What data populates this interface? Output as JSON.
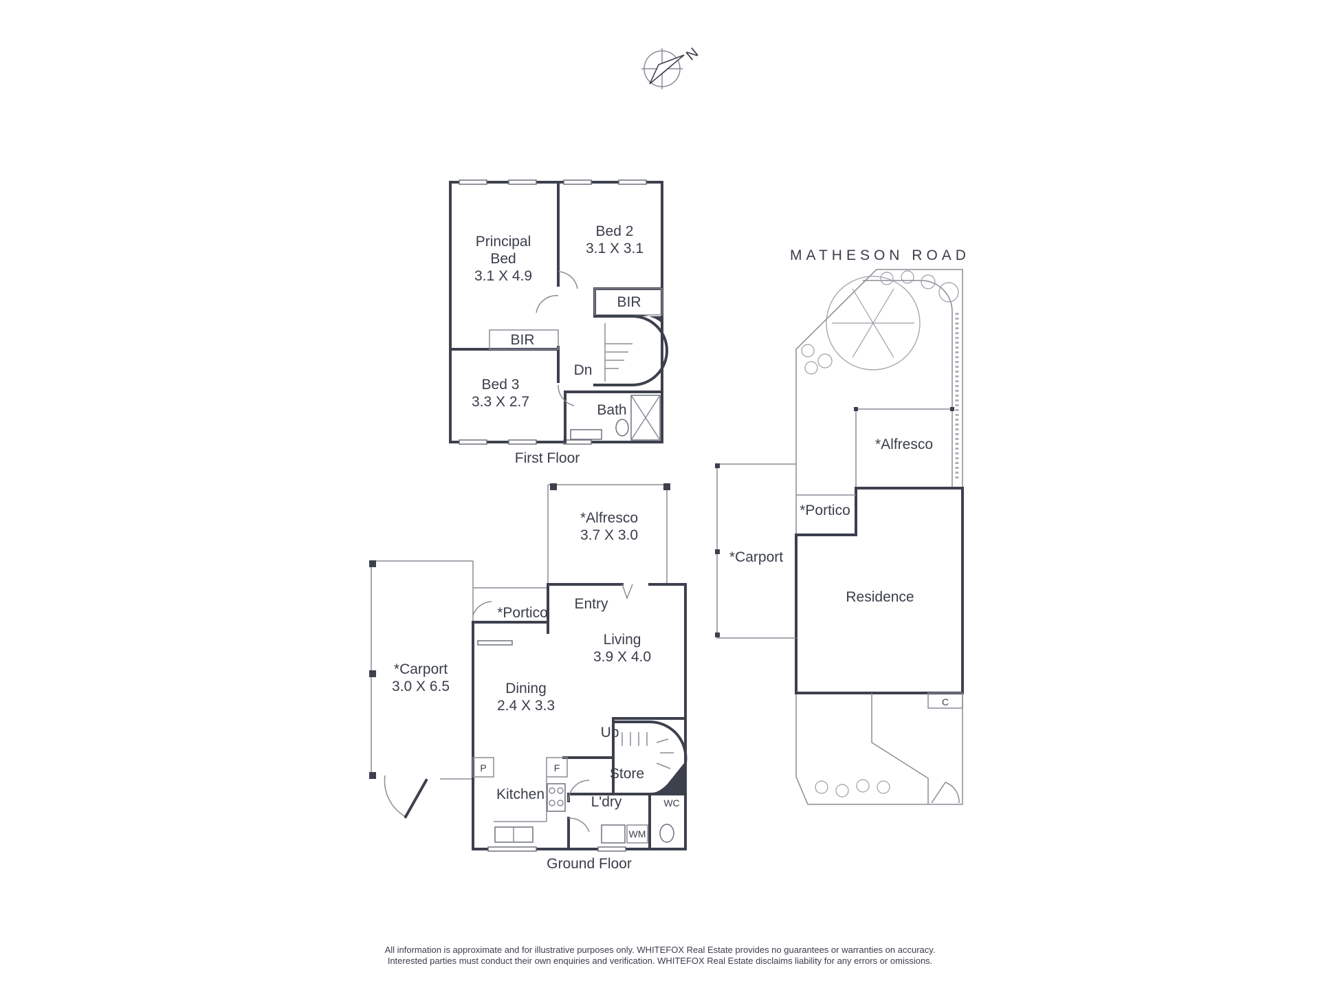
{
  "compass": {
    "label": "N"
  },
  "first_floor": {
    "title": "First Floor",
    "principal_bed": {
      "name_line1": "Principal",
      "name_line2": "Bed",
      "size": "3.1 X 4.9"
    },
    "bed2": {
      "name": "Bed 2",
      "size": "3.1 X 3.1"
    },
    "bed3": {
      "name": "Bed 3",
      "size": "3.3 X 2.7"
    },
    "bir_bed2": "BIR",
    "bir_principal": "BIR",
    "stairs_down": "Dn",
    "bath": "Bath"
  },
  "ground_floor": {
    "title": "Ground Floor",
    "alfresco": {
      "name": "*Alfresco",
      "size": "3.7 X 3.0"
    },
    "portico": "*Portico",
    "entry": "Entry",
    "living": {
      "name": "Living",
      "size": "3.9 X 4.0"
    },
    "carport": {
      "name": "*Carport",
      "size": "3.0 X 6.5"
    },
    "dining": {
      "name": "Dining",
      "size": "2.4 X 3.3"
    },
    "stairs_up": "Up",
    "pantry": "P",
    "fridge": "F",
    "store": "Store",
    "kitchen": "Kitchen",
    "laundry": "L'dry",
    "wc": "WC",
    "washing_machine": "WM"
  },
  "site_plan": {
    "road": "MATHESON ROAD",
    "alfresco": "*Alfresco",
    "portico": "*Portico",
    "carport": "*Carport",
    "residence": "Residence",
    "c_label": "C"
  },
  "disclaimer": {
    "line1": "All information is approximate and for illustrative purposes only. WHITEFOX Real Estate provides no guarantees or warranties on accuracy.",
    "line2": "Interested parties must conduct their own enquiries and verification. WHITEFOX Real Estate disclaims liability for any errors or omissions."
  }
}
